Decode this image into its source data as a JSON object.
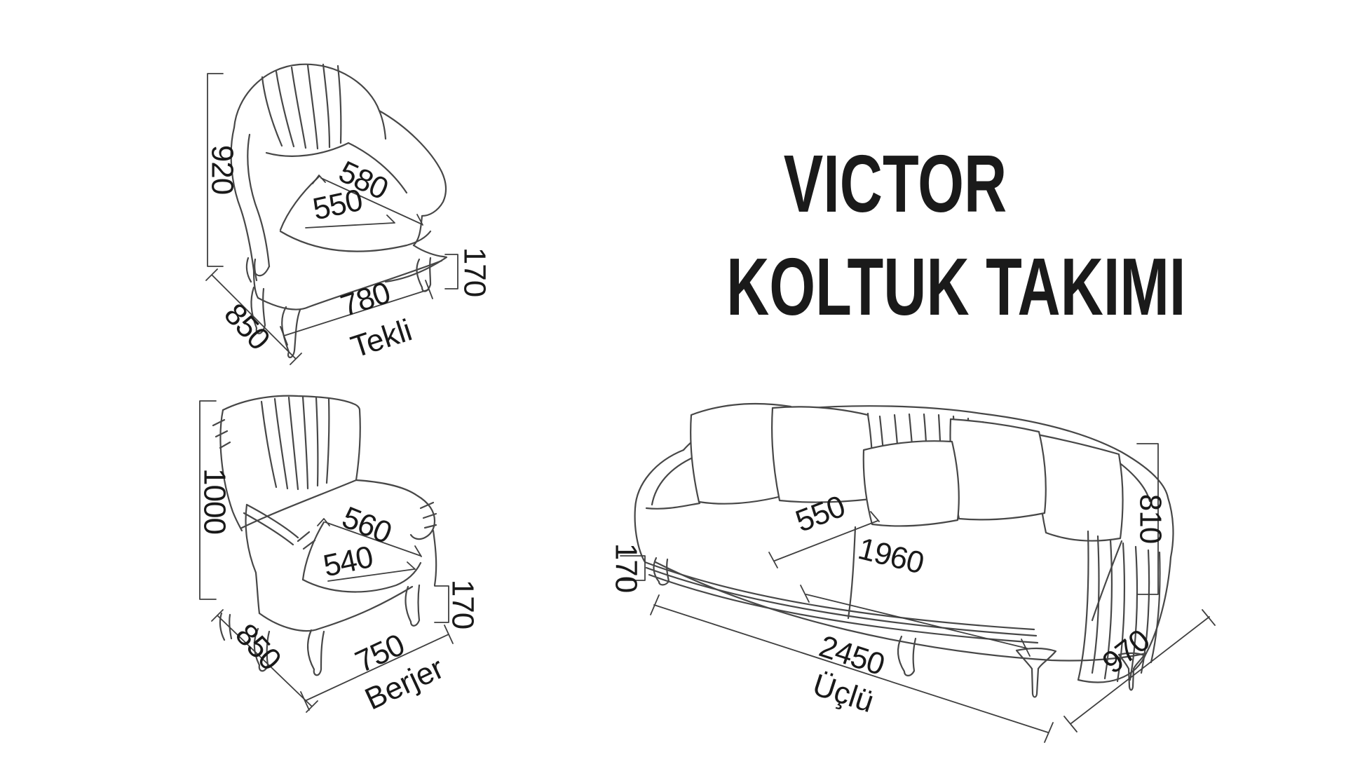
{
  "title": {
    "line1": "VICTOR",
    "line2": "KOLTUK TAKIMI"
  },
  "pieces": [
    {
      "label": "Tekli",
      "height": "920",
      "depth": "850",
      "width": "780",
      "seat_depth": "580",
      "seat_width": "550",
      "leg_height": "170"
    },
    {
      "label": "Berjer",
      "height": "1000",
      "depth": "850",
      "width": "750",
      "seat_depth": "560",
      "seat_width": "540",
      "leg_height": "170"
    },
    {
      "label": "Üçlü",
      "height": "810",
      "depth": "970",
      "width": "2450",
      "seat_depth": "550",
      "seat_width": "1960",
      "leg_height": "170"
    }
  ],
  "colors": {
    "background": "#ffffff",
    "line": "#474747",
    "text": "#191919"
  }
}
